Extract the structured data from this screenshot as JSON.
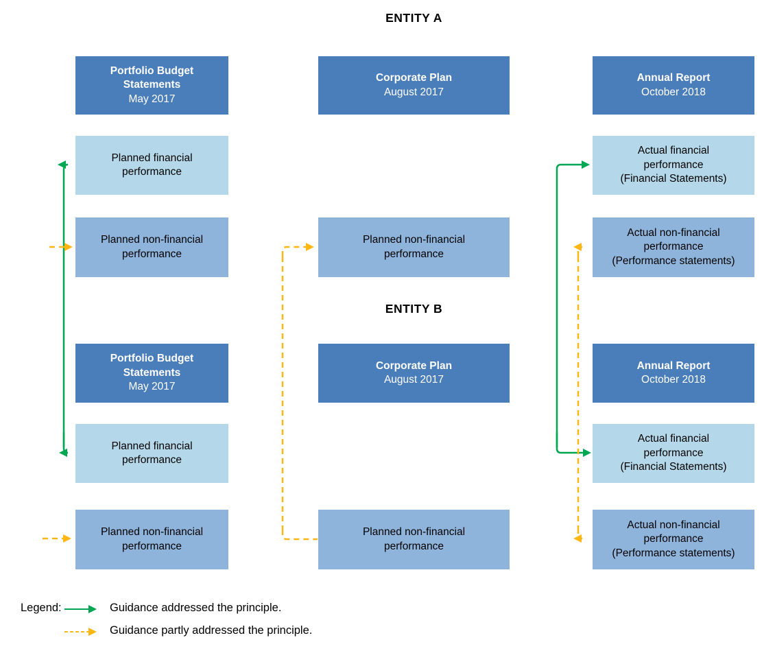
{
  "page": {
    "entity_a_title": "ENTITY A",
    "entity_b_title": "ENTITY B"
  },
  "colors": {
    "header_blue": "#4A7EBB",
    "light_blue": "#B4D8EA",
    "medium_blue": "#8FB4DC",
    "green": "#00A651",
    "yellow": "#FDB714"
  },
  "entity_a": {
    "pbs_title": "Portfolio Budget\nStatements",
    "pbs_date": "May 2017",
    "cp_title": "Corporate Plan",
    "cp_date": "August 2017",
    "ar_title": "Annual Report",
    "ar_date": "October 2018",
    "planned_financial": "Planned financial\nperformance",
    "planned_non_financial": "Planned non-financial\nperformance",
    "cp_planned_non_financial": "Planned non-financial\nperformance",
    "actual_financial": "Actual financial\nperformance\n(Financial Statements)",
    "actual_non_financial": "Actual non-financial\nperformance\n(Performance statements)"
  },
  "entity_b": {
    "pbs_title": "Portfolio Budget\nStatements",
    "pbs_date": "May 2017",
    "cp_title": "Corporate Plan",
    "cp_date": "August 2017",
    "ar_title": "Annual Report",
    "ar_date": "October 2018",
    "planned_financial": "Planned financial\nperformance",
    "planned_non_financial": "Planned non-financial\nperformance",
    "cp_planned_non_financial": "Planned non-financial\nperformance",
    "actual_financial": "Actual financial\nperformance\n(Financial Statements)",
    "actual_non_financial": "Actual non-financial\nperformance\n(Performance statements)"
  },
  "legend": {
    "label": "Legend:",
    "items": [
      {
        "line_style": "solid",
        "label": "Guidance addressed the principle."
      },
      {
        "line_style": "dashed",
        "label": "Guidance partly addressed the principle."
      }
    ]
  }
}
